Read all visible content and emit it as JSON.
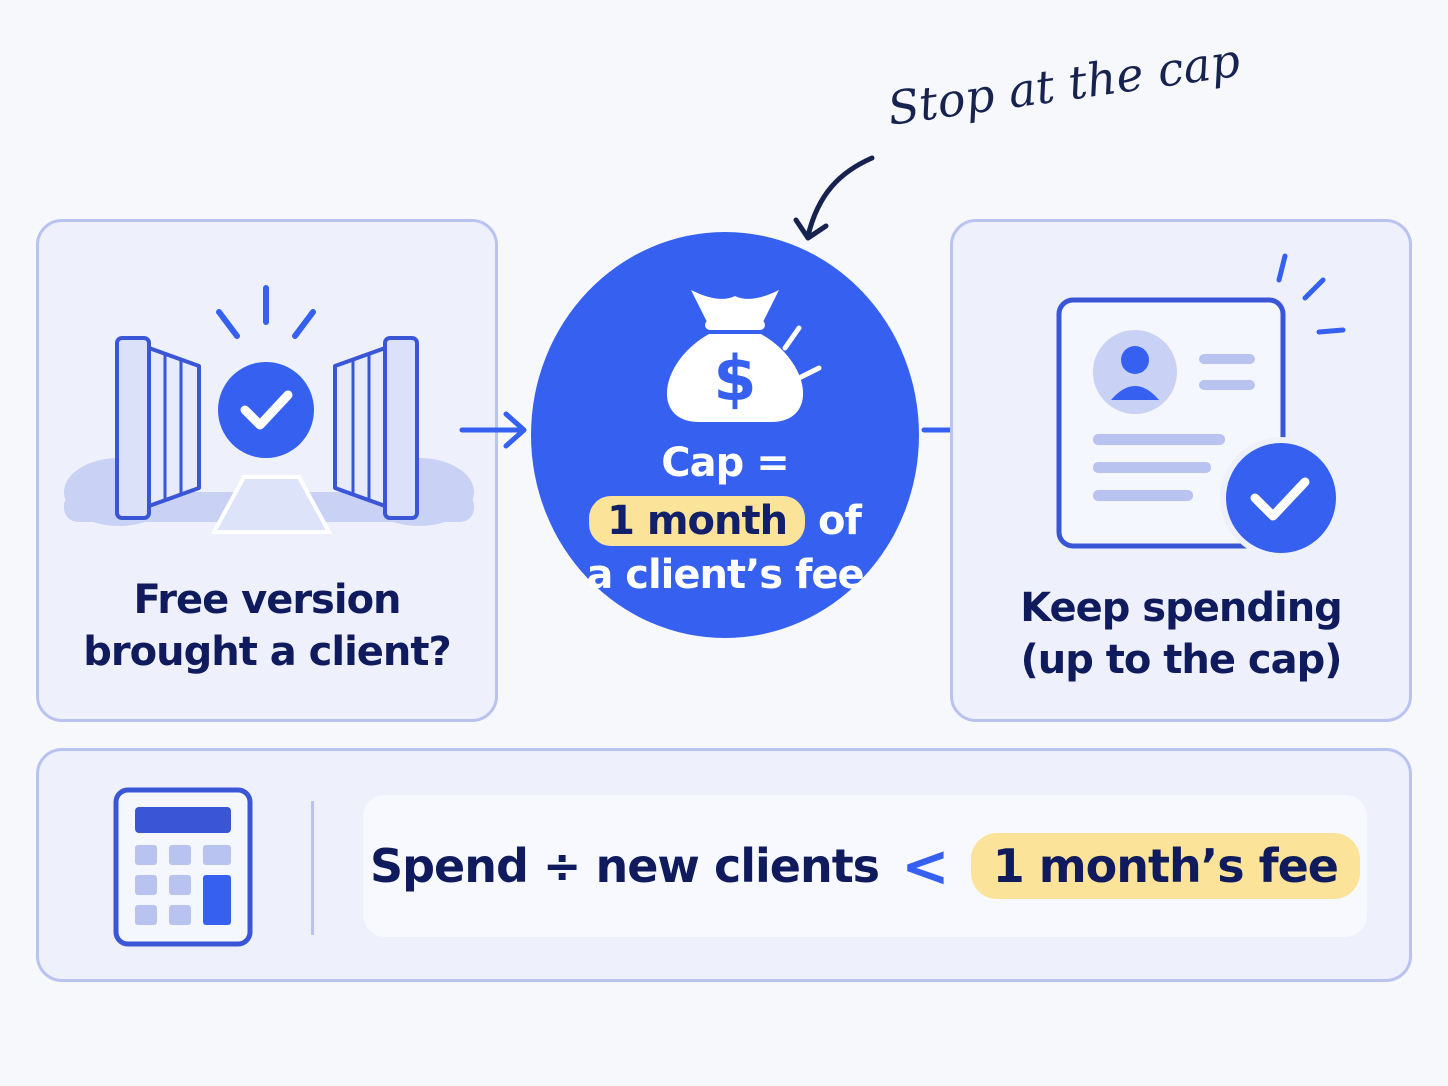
{
  "left_panel": {
    "caption_line1": "Free version",
    "caption_line2": "brought a client?",
    "icon": "open-gate-check-icon"
  },
  "center": {
    "cap_label": "Cap =",
    "cap_highlight": "1 month",
    "cap_of": "of",
    "cap_line3": "a client’s fee",
    "icon": "money-bag-icon"
  },
  "annotation": {
    "text": "Stop at the cap"
  },
  "right_panel": {
    "caption_line1": "Keep spending",
    "caption_line2": "(up to the cap)",
    "icon": "profile-card-check-icon"
  },
  "bottom_panel": {
    "icon": "calculator-icon",
    "formula_left": "Spend ÷ new clients",
    "formula_operator": "<",
    "formula_right": "1 month’s fee"
  },
  "colors": {
    "primary_blue": "#3560f0",
    "navy_text": "#0f1b5c",
    "highlight_yellow": "#fbe39a",
    "panel_bg": "#eef1fb",
    "panel_border": "#b9c3f0"
  }
}
